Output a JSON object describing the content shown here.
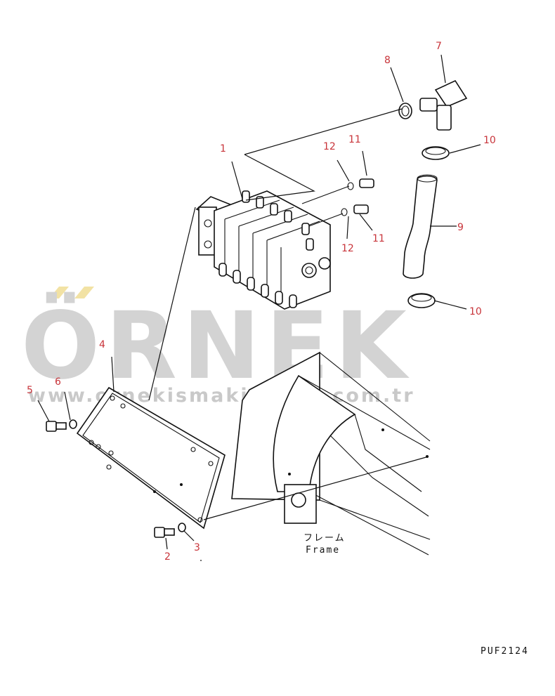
{
  "watermark": {
    "brand": "ÖRNEK",
    "url": "www.ornekismakinalari.com.tr",
    "accent_color": "#f2e2a4",
    "text_color": "#d3d3d3"
  },
  "callouts": [
    {
      "id": "1",
      "label": "1"
    },
    {
      "id": "2",
      "label": "2"
    },
    {
      "id": "3",
      "label": "3"
    },
    {
      "id": "4",
      "label": "4"
    },
    {
      "id": "5",
      "label": "5"
    },
    {
      "id": "6",
      "label": "6"
    },
    {
      "id": "7",
      "label": "7"
    },
    {
      "id": "8",
      "label": "8"
    },
    {
      "id": "9",
      "label": "9"
    },
    {
      "id": "10a",
      "label": "10"
    },
    {
      "id": "10b",
      "label": "10"
    },
    {
      "id": "11a",
      "label": "11"
    },
    {
      "id": "11b",
      "label": "11"
    },
    {
      "id": "12a",
      "label": "12"
    },
    {
      "id": "12b",
      "label": "12"
    }
  ],
  "frame_label": {
    "jp": "フレーム",
    "en": "Frame"
  },
  "drawing_code": "PUF2124",
  "callout_color": "#c8343a"
}
